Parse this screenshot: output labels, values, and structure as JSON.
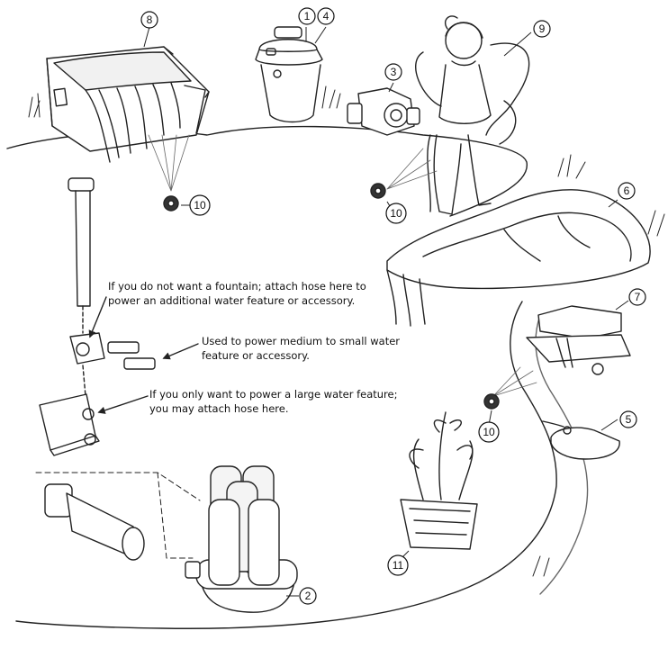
{
  "callouts": {
    "c1": "1",
    "c2": "2",
    "c3": "3",
    "c4": "4",
    "c5": "5",
    "c6": "6",
    "c7": "7",
    "c8": "8",
    "c9": "9",
    "c10": "10",
    "c11": "11"
  },
  "notes": {
    "fountain_alt": "If you do not want a fountain; attach hose here to\npower an additional water feature or accessory.",
    "medium_small": "Used to power medium to small water\nfeature or accessory.",
    "large_feature": "If you only want to power a large water feature;\nyou may attach hose here."
  }
}
